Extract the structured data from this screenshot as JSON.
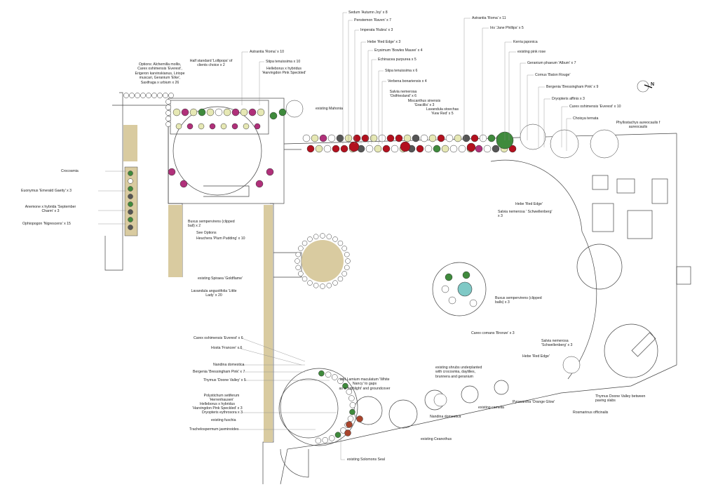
{
  "title": "Garden planting plan",
  "labels": {
    "options": "Options: Alchemilla mollis,\nCarex oshimensis 'Everest',\nErigeron karvinskianus, Liriope\nmuscari, Geranium 'Elke',\nSaxifraga x urbium x 26",
    "lollipops": "Half standard 'Lollipops' of\nclients choice x 2",
    "astrantia10": "Astrantia 'Roma' x 10",
    "stipa10": "Stipa tenuissima x 10",
    "helleborus": "Helleborus x hybridus\n'Harvingdon Pink Speckled'",
    "mahonia": "existing Mahonia",
    "sedum": "Sedum 'Autumn Joy' x 8",
    "penstemon": "Penstemon 'Raven' x 7",
    "imperata": "Imperata 'Rubra' x 3",
    "hebe3": "Hebe 'Red Edge' x 3",
    "erysimum": "Erysimum 'Bowles Mauve' x 4",
    "echinacea": "Echinacea purpurea x 5",
    "stipa6": "Stipa tenuissima x 6",
    "verbena": "Verbena bonariensis x 4",
    "salvia_ost": "Salvia nemerosa\n'Ostfriesland' x 6",
    "miscanthus": "Miscanthus sinensis\n'Gracillis' x 3",
    "lavandula_kew": "Lavandula stoechas\n'Kew Red' x 5",
    "astrantia11": "Astrantia 'Roma' x 11",
    "iris": "Iris 'Jane Phillips' x 5",
    "kerria": "Kerria japonica",
    "pink_rose": "existing pink rose",
    "geranium": "Geranium phaeum 'Album' x 7",
    "cornus": "Cornus 'Baton Rouge'",
    "bergenia9": "Bergenia 'Bressingham Pink' x 9",
    "dryopteris_aff": "Dryopteris affinis x 3",
    "carex10": "Carex oshimensis 'Everest' x 10",
    "choisya": "Choisya ternata",
    "phyllostachys": "Phyllostachys aureocaulis f\naureocaulis",
    "crocosmia": "Crocosmia",
    "euonymus": "Euonymus 'Emerald Gaeity' x 3",
    "anemone": "Anemone x hybrida 'September\nCharm' x 3",
    "ophiopogon": "Ophiopogon 'Nigrescens' x 15",
    "buxus2": "Buxus sempervirens (clipped\nball) x 2",
    "see_options": "See Options",
    "heuchera": "Heuchera 'Plum Pudding' x 10",
    "spiraea": "existing Spiraea 'Goldflame'",
    "lavandula_little": "Lavandula angustifolia 'Little\nLady' x 20",
    "carex6": "Carex oshimensis 'Everest' x 6",
    "hosta": "Hosta 'Francee' x 6",
    "nandina1": "Nandina domestica",
    "bergenia7": "Bergenia 'Bressingham Pink' x 7",
    "thymus5": "Thymus 'Doone Valley' x 5",
    "polystichum": "Polystichum setiferum\n'Herrenhausen'",
    "helleborus3": "Helleborus x hybridus\n'Harvingdon Pink Speckled' x 3",
    "dryopteris_ery": "Dryopteris eythrosora x 3",
    "fuschia": "existing fuschia",
    "trachelospermum": "Trachelospermum jasminoides",
    "solomons": "existing Solomons Seal",
    "lamium": "add Lamium maculatum 'White\nNancy' to gaps\nas a 'highlight' and groundcover",
    "existing_shrubs": "existing shrubs underplanted\nwith crocosmia, daylilies,\nbrunnera and geranium",
    "ceanothus": "existing Ceanothus",
    "nandina2": "Nandina domestica",
    "camelia": "existing camelia",
    "pyracantha": "Pyracantha 'Orange Glow'",
    "buxus3": "Buxus sempervirens (clipped\nballs) x 3",
    "carex_comans": "Carex comans 'Bronze' x 3",
    "hebe_a": "Hebe 'Red Edge'",
    "salvia_sch_a": "Salvia nemerosa ' Schwellenberg'\nx 3",
    "salvia_sch_b": "Salvia nemerosa\n'Schwellenberg' x 3",
    "hebe_b": "Hebe 'Red Edge'",
    "rosmarinus": "Rosmarinus officinalis",
    "thymus_paving": "Thymus Doone Valley between\npaving slabs"
  },
  "north_arrow": "N",
  "colors": {
    "gravel": "#d9cba0",
    "pond": "#7fc9c6",
    "red": "#b3101e",
    "green": "#3f8a3c",
    "pale": "#e6e8b4",
    "magenta": "#b0307a"
  }
}
